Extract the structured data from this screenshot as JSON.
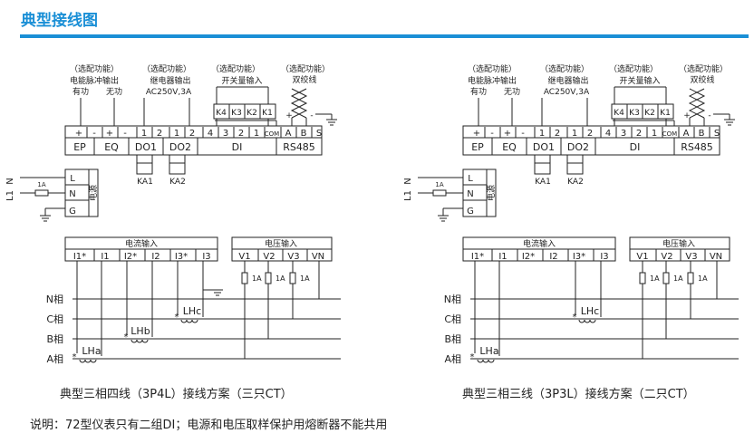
{
  "header": {
    "title": "典型接线图"
  },
  "common": {
    "opt_func": "（选配功能）",
    "pulse_out": "电能脉冲输出",
    "active": "有功",
    "reactive": "无功",
    "relay_out": "继电器输出",
    "relay_rating": "AC250V,3A",
    "switch_in": "开关量输入",
    "twisted_pair": "双绞线",
    "plus": "+",
    "minus": "-",
    "ep": "EP",
    "eq": "EQ",
    "do1": "DO1",
    "do2": "DO2",
    "di": "DI",
    "com": "COM",
    "rs485": "RS485",
    "a": "A",
    "b": "B",
    "s": "S",
    "ka1": "KA1",
    "ka2": "KA2",
    "k1": "K1",
    "k2": "K2",
    "k3": "K3",
    "k4": "K4",
    "n1": "1",
    "n2": "2",
    "n3": "3",
    "n4": "4",
    "l": "L",
    "n": "N",
    "g": "G",
    "power": "电源",
    "l1": "L1",
    "n_supply": "N",
    "fuse": "1A",
    "current_in": "电流输入",
    "voltage_in": "电压输入",
    "i1s": "I1*",
    "i1": "I1",
    "i2s": "I2*",
    "i2": "I2",
    "i3s": "I3*",
    "i3": "I3",
    "v1": "V1",
    "v2": "V2",
    "v3": "V3",
    "vn": "VN",
    "n_phase": "N相",
    "c_phase": "C相",
    "b_phase": "B相",
    "a_phase": "A相",
    "lha": "LHa",
    "lhb": "LHb",
    "lhc": "LHc",
    "star": "*"
  },
  "left": {
    "caption": "典型三相四线（3P4L）接线方案（三只CT）"
  },
  "right": {
    "caption": "典型三相三线（3P3L）接线方案（二只CT）"
  },
  "footer": {
    "note": "说明：72型仪表只有二组DI；电源和电压取样保护用熔断器不能共用"
  }
}
